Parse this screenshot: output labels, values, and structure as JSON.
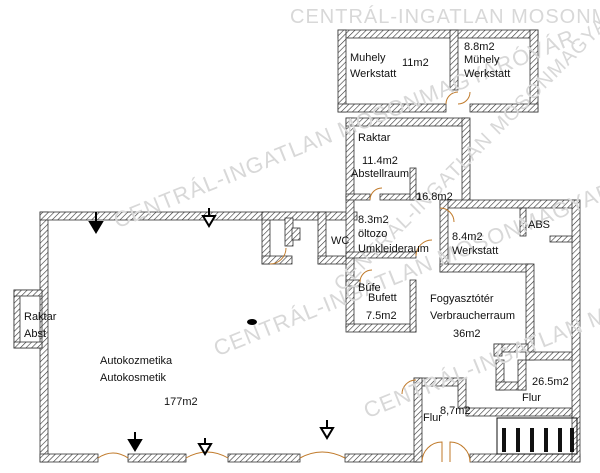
{
  "watermark": {
    "text_top": "CENTRÁL-INGATLAN MOSONMAGYARÓVÁR",
    "text_a": "CENTRÁL-INGATLAN MOSONMAGYARÓVÁR",
    "text_b": "CENTRÁL-INGATLAN MOSONMAGYARÓVÁR",
    "text_c": "CENTRÁL-INGATLAN MOSONMAGYARÓVÁR",
    "text_d": "CENTRÁL-INGATLAN MOSONMAGYARÓVÁR",
    "color": "#d8d8d8"
  },
  "rooms": {
    "workshop1": {
      "name_hu": "Muhely",
      "name_de": "Werkstatt",
      "area": "11m2"
    },
    "workshop2": {
      "area": "8.8m2",
      "name_hu": "Mühely",
      "name_de": "Werkstatt"
    },
    "storage_upper": {
      "name_hu": "Raktar",
      "area": "11.4m2",
      "name_de": "Abstellraum"
    },
    "corridor": {
      "area": "16.8m2"
    },
    "changing": {
      "area": "8.3m2",
      "name_hu": "öltozo",
      "name_de": "Umkleideraum"
    },
    "wc": {
      "name": "WC"
    },
    "abs": {
      "name": "ABS"
    },
    "workshop3": {
      "area": "8.4m2",
      "name_de": "Werkstatt"
    },
    "buffet": {
      "name_hu": "Búfe",
      "name_de": "Bufett",
      "area": "7.5m2"
    },
    "consumer_space": {
      "name_hu": "Fogyasztótér",
      "name_de": "Verbraucherraum",
      "area": "36m2"
    },
    "storage_left": {
      "name_hu": "Raktar",
      "name_de": "Abst"
    },
    "car_cosmetics": {
      "name_hu": "Autokozmetika",
      "name_de": "Autokosmetik",
      "area": "177m2"
    },
    "hall_small": {
      "area": "8,7m2",
      "name_de": "Flur"
    },
    "hall_large": {
      "area": "26.5m2",
      "name_de": "Flur"
    }
  },
  "colors": {
    "wall_hatch": "#333333",
    "door": "#c07a2a",
    "arrow": "#000000"
  }
}
